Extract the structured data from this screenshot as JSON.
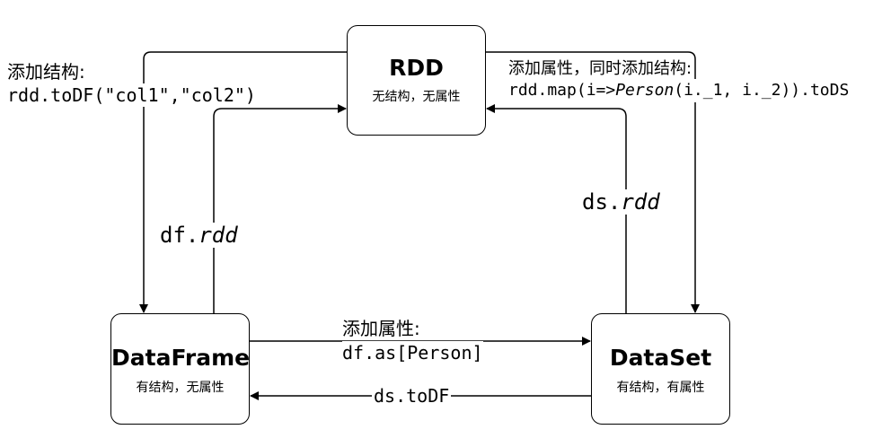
{
  "nodes": {
    "rdd": {
      "title": "RDD",
      "subtitle": "无结构，无属性"
    },
    "dataframe": {
      "title": "DataFrame",
      "subtitle": "有结构，无属性"
    },
    "dataset": {
      "title": "DataSet",
      "subtitle": "有结构，有属性"
    }
  },
  "edges": {
    "rdd_to_df": {
      "caption": "添加结构:",
      "code": "rdd.toDF(\"col1\",\"col2\")"
    },
    "df_to_rdd": {
      "prefix": "df.",
      "method": "rdd"
    },
    "rdd_to_ds": {
      "caption": "添加属性，同时添加结构:",
      "code_prefix": "rdd.map(i=>",
      "code_class": "Person",
      "code_suffix": "(i._1, i._2)).toDS"
    },
    "ds_to_rdd": {
      "prefix": "ds.",
      "method": "rdd"
    },
    "df_to_ds": {
      "caption": "添加属性:",
      "code": "df.as[Person]"
    },
    "ds_to_df": {
      "code": "ds.toDF"
    }
  },
  "colors": {
    "stroke": "#000000",
    "background": "#ffffff"
  }
}
